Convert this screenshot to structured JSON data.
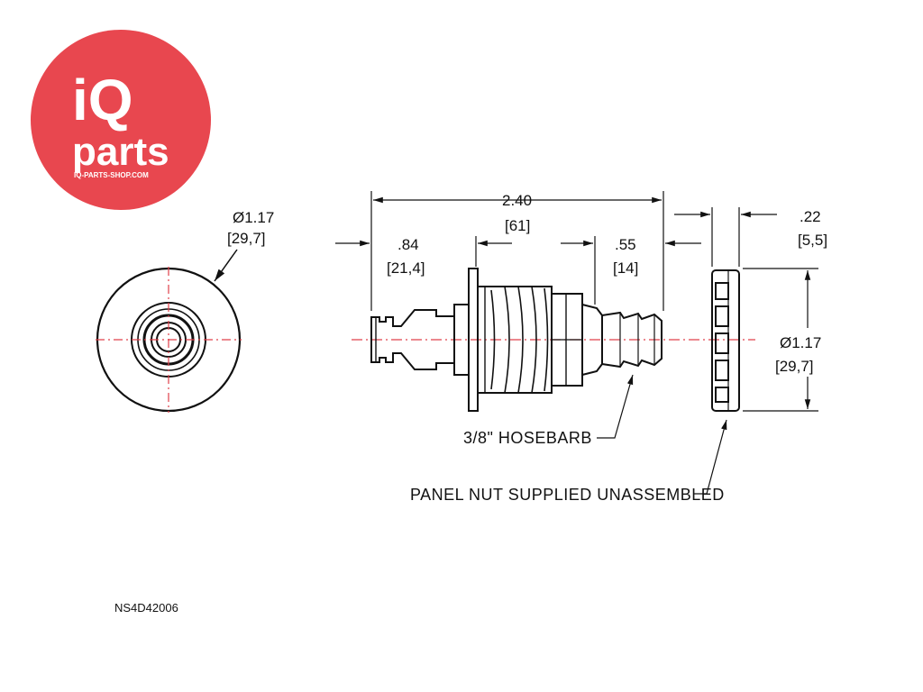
{
  "logo": {
    "line1": "iQ",
    "line2": "parts",
    "url": "IQ-PARTS-SHOP.COM",
    "color": "#e8474f"
  },
  "dimensions": {
    "front_diameter_in": "Ø1.17",
    "front_diameter_mm": "[29,7]",
    "overall_length_in": "2.40",
    "overall_length_mm": "[61]",
    "coupling_length_in": ".84",
    "coupling_length_mm": "[21,4]",
    "barb_length_in": ".55",
    "barb_length_mm": "[14]",
    "nut_thickness_in": ".22",
    "nut_thickness_mm": "[5,5]",
    "nut_diameter_in": "Ø1.17",
    "nut_diameter_mm": "[29,7]"
  },
  "callouts": {
    "hosebarb": "3/8\" HOSEBARB",
    "panel_nut": "PANEL NUT SUPPLIED UNASSEMBLED"
  },
  "part_number": "NS4D42006",
  "colors": {
    "centerline": "#e0404a",
    "line": "#111111"
  }
}
